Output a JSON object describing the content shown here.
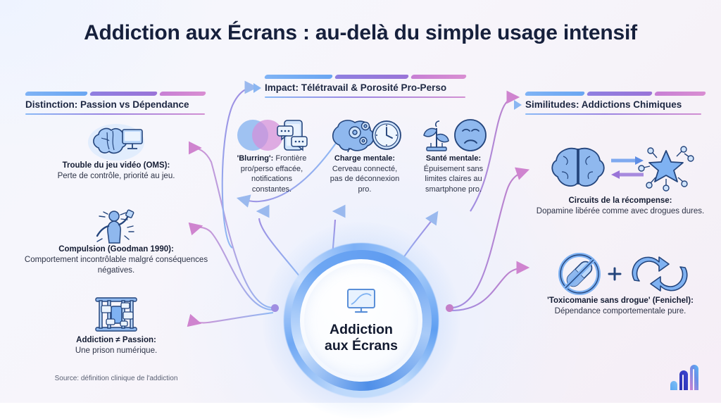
{
  "title": "Addiction aux Écrans : au-delà du simple usage intensif",
  "hub": {
    "line1": "Addiction",
    "line2": "aux Écrans",
    "icon": "monitor-icon"
  },
  "sections": {
    "left": {
      "title": "Distinction: Passion vs Dépendance"
    },
    "center": {
      "title": "Impact: Télétravail & Porosité Pro-Perso"
    },
    "right": {
      "title": "Similitudes: Addictions Chimiques"
    }
  },
  "left_items": [
    {
      "icon": "brain-monitor-icon",
      "heading": "Trouble du jeu vidéo (OMS):",
      "body": "Perte de contrôle, priorité au jeu."
    },
    {
      "icon": "person-phone-compulsion-icon",
      "heading": "Compulsion (Goodman 1990):",
      "body": "Comportement incontrôlable malgré conséquences négatives."
    },
    {
      "icon": "phone-prison-bars-icon",
      "heading": "Addiction ≠ Passion:",
      "body": "Une prison numérique."
    }
  ],
  "center_items": [
    {
      "icon": "venn-phone-chat-icon",
      "heading": "'Blurring':",
      "body": "Frontière pro/perso effacée, notifications constantes."
    },
    {
      "icon": "brain-gears-clock-icon",
      "heading": "Charge mentale:",
      "body": "Cerveau connecté, pas de déconnexion pro."
    },
    {
      "icon": "wilting-plant-sad-face-icon",
      "heading": "Santé mentale:",
      "body": "Épuisement sans limites claires au smartphone pro."
    }
  ],
  "right_items": [
    {
      "icon": "brain-dopamine-star-icon",
      "heading": "Circuits de la récompense:",
      "body": "Dopamine libérée comme avec drogues dures."
    },
    {
      "icon": "no-pill-plus-loop-icon",
      "heading": "'Toxicomanie sans drogue' (Fenichel):",
      "body": "Dépendance comportementale pure."
    }
  ],
  "source": "Source: définition clinique de l'addiction",
  "colors": {
    "accent_blue": "#6aa6f2",
    "accent_purple": "#9a74d8",
    "accent_pink": "#d28fd2",
    "title_text": "#16203c",
    "body_text": "#2d3347"
  }
}
